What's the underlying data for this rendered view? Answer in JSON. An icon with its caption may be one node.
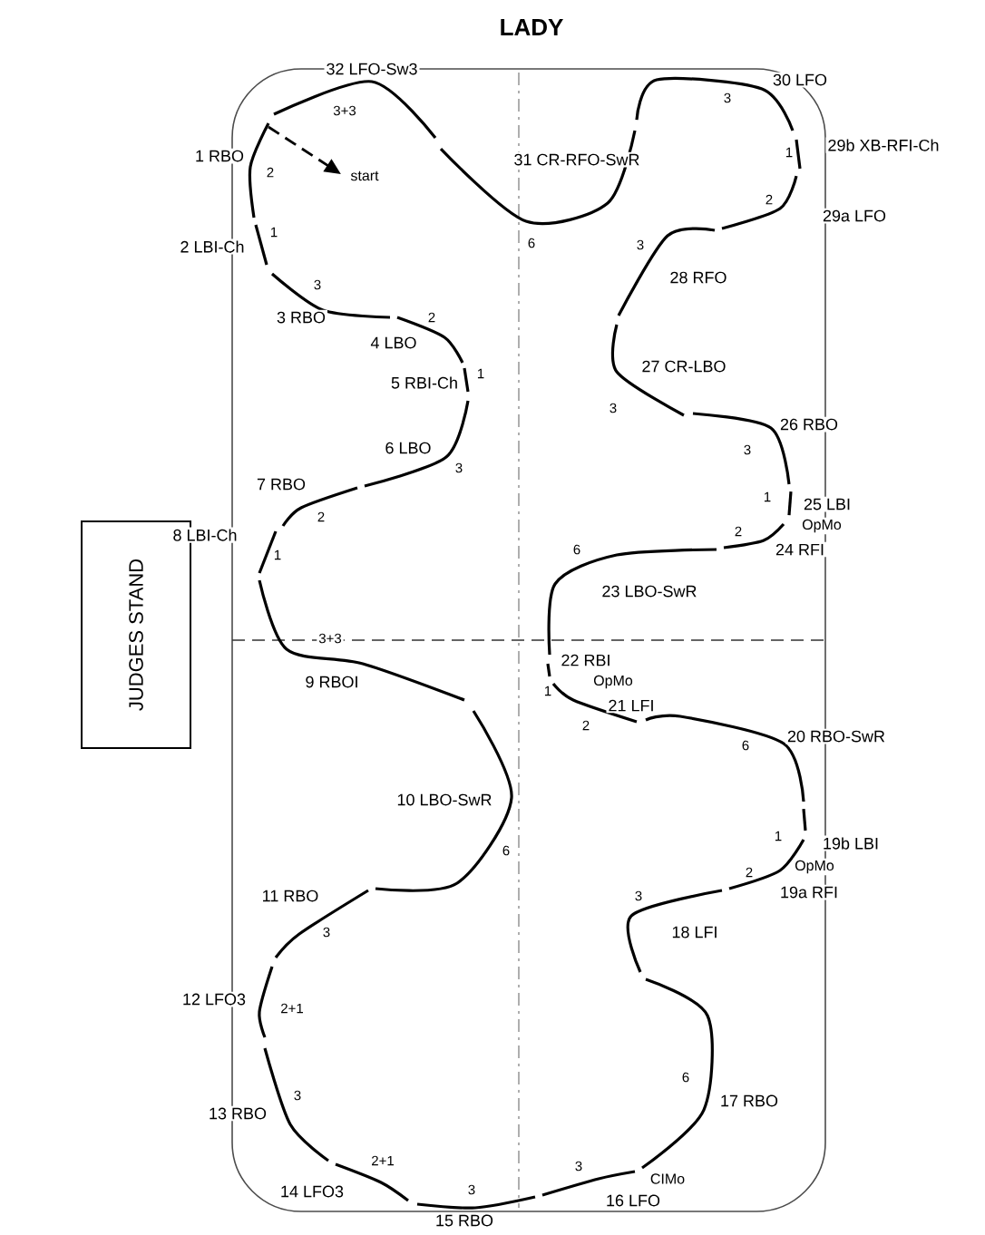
{
  "diagram": {
    "title": "LADY",
    "nodes": [
      {
        "text": [
          "JUDGES STAND"
        ]
      }
    ],
    "labels": [
      "1 RBO",
      "2",
      "start",
      "2 LBI-Ch",
      "1",
      "3 RBO",
      "3",
      "4 LBO",
      "2",
      "5 RBI-Ch",
      "1",
      "6 LBO",
      "3",
      "7 RBO",
      "2",
      "8 LBI-Ch",
      "1",
      "3+3",
      "9 RBOI",
      "10 LBO-SwR",
      "6",
      "11 RBO",
      "3",
      "12 LFO3",
      "2+1",
      "13 RBO",
      "3",
      "14 LFO3",
      "2+1",
      "15 RBO",
      "3",
      "16 LFO",
      "CIMo",
      "3",
      "17 RBO",
      "6",
      "18 LFI",
      "3",
      "19a RFI",
      "2",
      "OpMo",
      "19b LBI",
      "1",
      "20 RBO-SwR",
      "6",
      "21 LFI",
      "2",
      "OpMo",
      "22 RBI",
      "1",
      "23 LBO-SwR",
      "6",
      "24 RFI",
      "2",
      "OpMo",
      "25 LBI",
      "1",
      "26 RBO",
      "3",
      "27 CR-LBO",
      "3",
      "28 RFO",
      "3",
      "29a LFO",
      "2",
      "29b XB-RFI-Ch",
      "1",
      "30 LFO",
      "3",
      "31 CR-RFO-SwR",
      "6",
      "32 LFO-Sw3",
      "3+3"
    ]
  }
}
